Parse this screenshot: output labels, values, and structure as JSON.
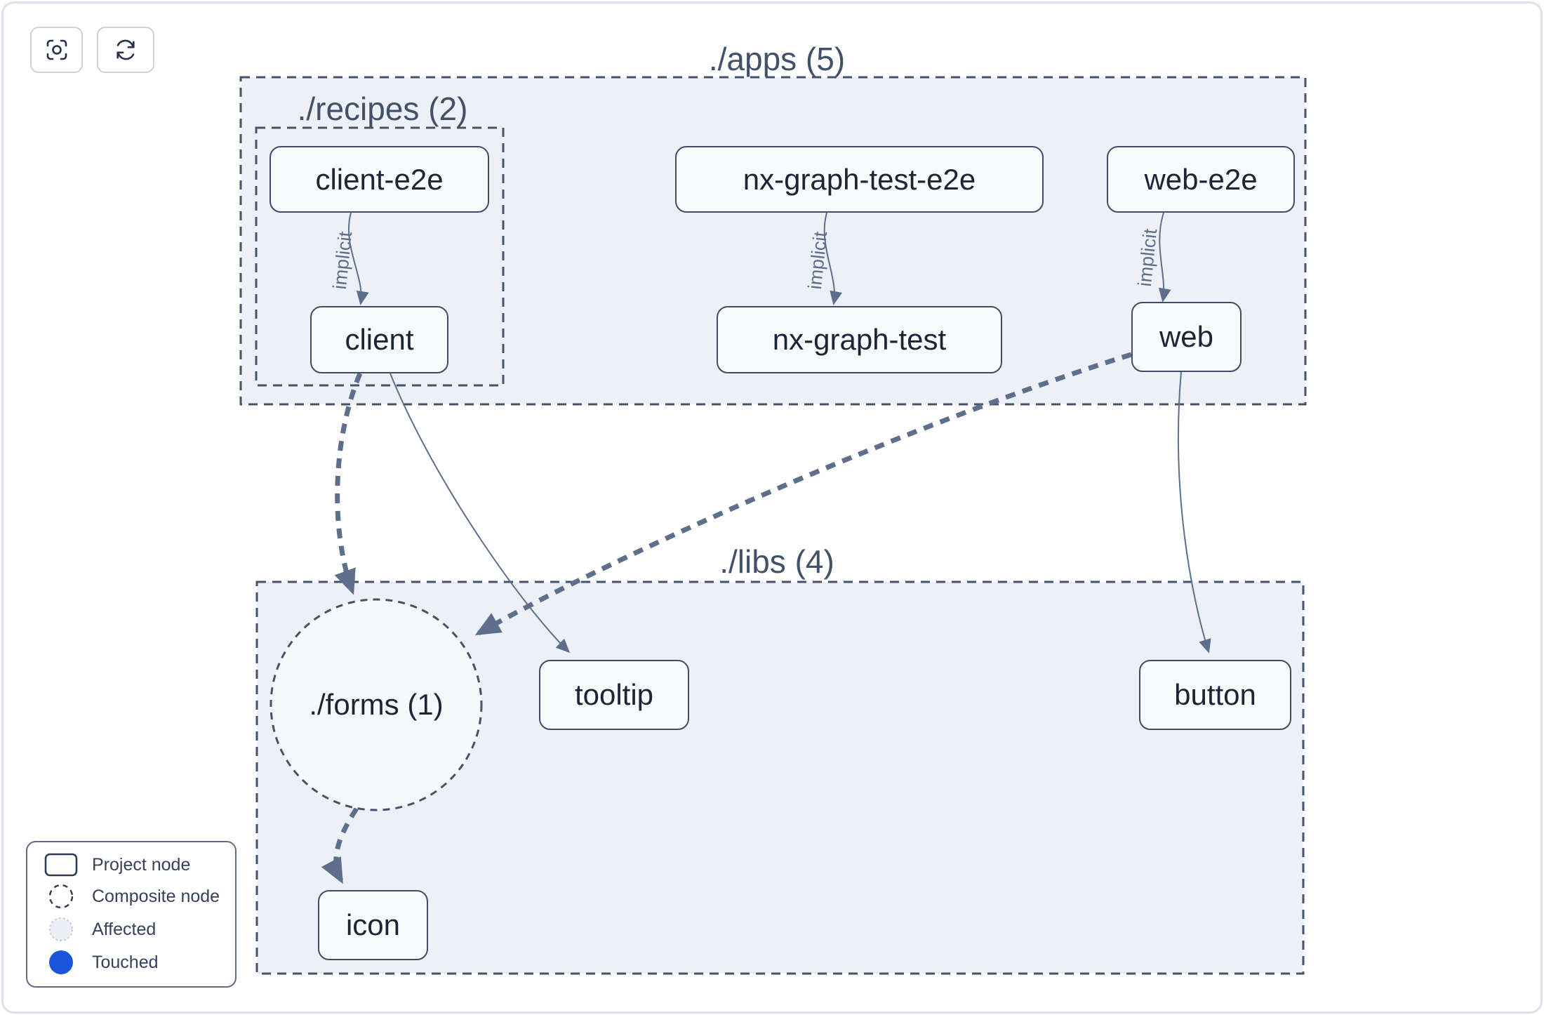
{
  "toolbar": {
    "buttons": [
      {
        "name": "focus-button",
        "icon": "focus-icon"
      },
      {
        "name": "refresh-button",
        "icon": "refresh-icon"
      }
    ]
  },
  "graph": {
    "groups": [
      {
        "id": "apps",
        "label": "./apps (5)",
        "shape": "rect-dashed"
      },
      {
        "id": "recipes",
        "label": "./recipes (2)",
        "shape": "rect-dashed",
        "parent": "apps"
      },
      {
        "id": "libs",
        "label": "./libs (4)",
        "shape": "rect-dashed"
      },
      {
        "id": "forms",
        "label": "./forms (1)",
        "shape": "circle-dashed",
        "parent": "libs"
      }
    ],
    "nodes": [
      {
        "id": "client-e2e",
        "label": "client-e2e",
        "group": "recipes"
      },
      {
        "id": "client",
        "label": "client",
        "group": "recipes"
      },
      {
        "id": "nx-graph-test-e2e",
        "label": "nx-graph-test-e2e",
        "group": "apps"
      },
      {
        "id": "nx-graph-test",
        "label": "nx-graph-test",
        "group": "apps"
      },
      {
        "id": "web-e2e",
        "label": "web-e2e",
        "group": "apps"
      },
      {
        "id": "web",
        "label": "web",
        "group": "apps"
      },
      {
        "id": "tooltip",
        "label": "tooltip",
        "group": "libs"
      },
      {
        "id": "button",
        "label": "button",
        "group": "libs"
      },
      {
        "id": "icon",
        "label": "icon",
        "group": "libs"
      }
    ],
    "edges": [
      {
        "from": "client-e2e",
        "to": "client",
        "type": "implicit",
        "label": "implicit",
        "style": "thin-solid"
      },
      {
        "from": "nx-graph-test-e2e",
        "to": "nx-graph-test",
        "type": "implicit",
        "label": "implicit",
        "style": "thin-solid"
      },
      {
        "from": "web-e2e",
        "to": "web",
        "type": "implicit",
        "label": "implicit",
        "style": "thin-solid"
      },
      {
        "from": "client",
        "to": "./forms (1)",
        "type": "composite",
        "style": "thick-dashed"
      },
      {
        "from": "client",
        "to": "tooltip",
        "type": "static",
        "style": "thin-solid"
      },
      {
        "from": "web",
        "to": "./forms (1)",
        "type": "composite",
        "style": "thick-dashed"
      },
      {
        "from": "web",
        "to": "button",
        "type": "static",
        "style": "thin-solid"
      },
      {
        "from": "./forms (1)",
        "to": "icon",
        "type": "composite",
        "style": "thick-dashed"
      }
    ]
  },
  "legend": {
    "items": [
      {
        "icon": "project-node-icon",
        "label": "Project node"
      },
      {
        "icon": "composite-node-icon",
        "label": "Composite node"
      },
      {
        "icon": "affected-icon",
        "label": "Affected"
      },
      {
        "icon": "touched-icon",
        "label": "Touched"
      }
    ]
  },
  "colors": {
    "touched_blue": "#1a56db",
    "container_fill": "#edf1f7",
    "node_fill": "#f8fafc",
    "stroke_dark": "#3f4c63",
    "edge": "#5d6f8a",
    "frame_border": "#dbe1ec",
    "affected_fill": "#eceff3",
    "affected_stroke": "#c7ccd6"
  }
}
